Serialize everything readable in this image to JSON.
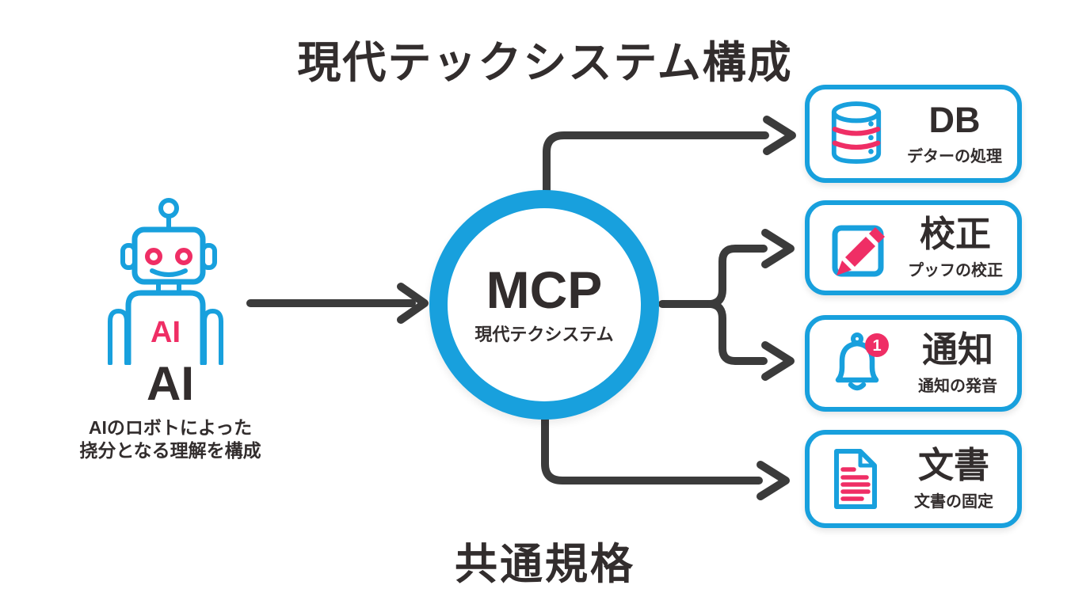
{
  "title": "現代テックシステム構成",
  "footer": "共通規格",
  "colors": {
    "blue": "#18a0dd",
    "pink": "#ef2e65",
    "dark": "#322d2d",
    "arrow": "#3b3b3b"
  },
  "robot": {
    "label": "AI",
    "chest_label": "AI",
    "caption_line1": "AIのロボトによった",
    "caption_line2": "挠分となる理解を構成"
  },
  "hub": {
    "title": "MCP",
    "subtitle": "現代テクシステム"
  },
  "nodes": [
    {
      "title": "DB",
      "subtitle": "デターの処理",
      "icon": "database-icon"
    },
    {
      "title": "校正",
      "subtitle": "プッフの校正",
      "icon": "edit-pencil-icon"
    },
    {
      "title": "通知",
      "subtitle": "通知の発音",
      "icon": "bell-icon",
      "badge": "1"
    },
    {
      "title": "文書",
      "subtitle": "文書の固定",
      "icon": "document-icon"
    }
  ]
}
